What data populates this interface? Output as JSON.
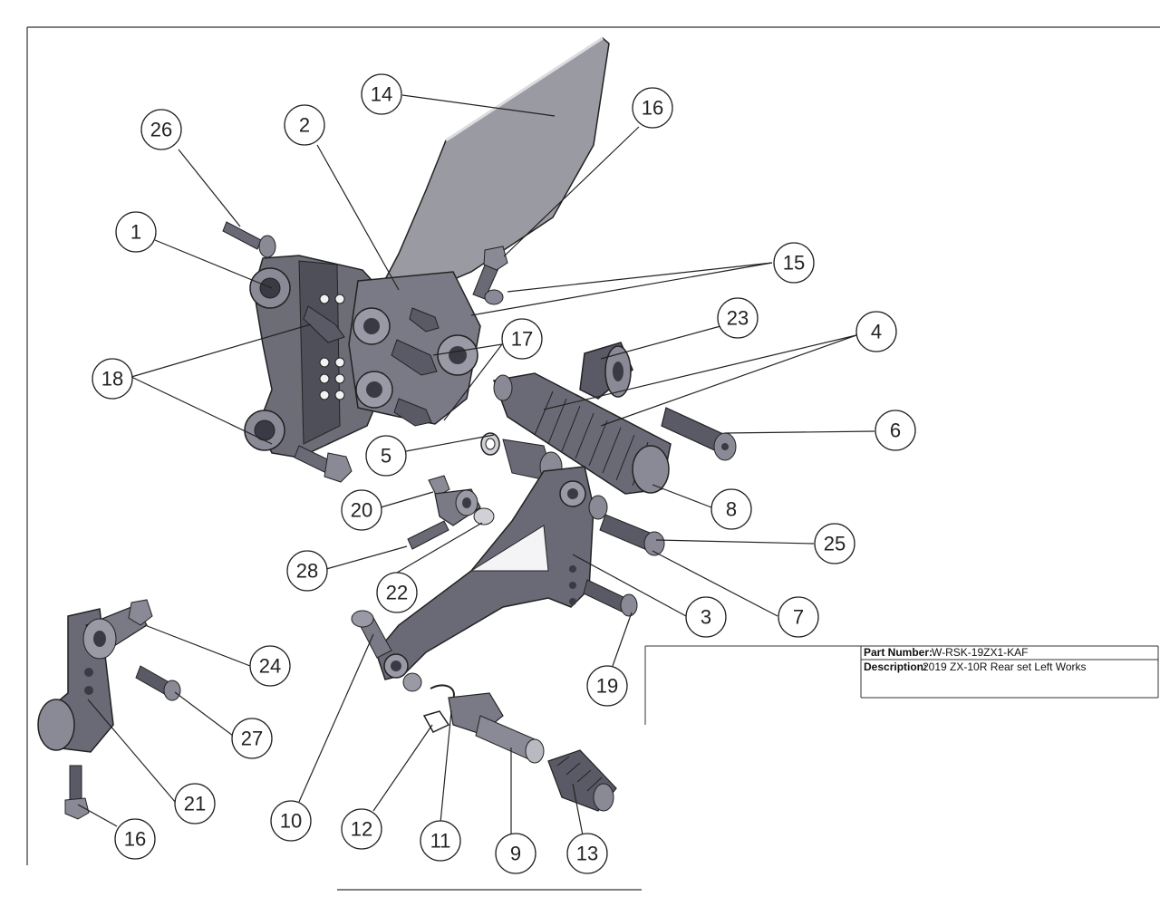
{
  "title_block": {
    "part_number_label": "Part Number:",
    "part_number_value": "W-RSK-19ZX1-KAF",
    "description_label": "Description:",
    "description_value": "2019 ZX-10R Rear set Left Works"
  },
  "callouts": [
    "26",
    "2",
    "14",
    "16",
    "1",
    "15",
    "23",
    "4",
    "18",
    "17",
    "6",
    "5",
    "8",
    "20",
    "25",
    "28",
    "22",
    "7",
    "3",
    "24",
    "19",
    "27",
    "21",
    "10",
    "12",
    "11",
    "9",
    "13",
    "16"
  ],
  "colors": {
    "line": "#222222",
    "part_dark": "#5a5a66",
    "part_mid": "#8a8a96",
    "part_light": "#b9b9c2",
    "blade": "#9a9aa2"
  }
}
